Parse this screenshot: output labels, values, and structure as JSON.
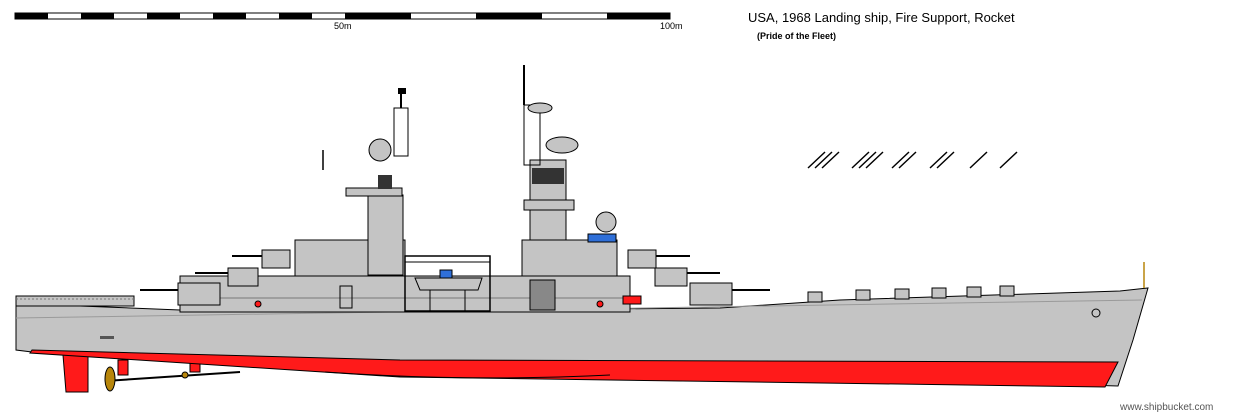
{
  "drawing": {
    "title": "USA, 1968 Landing ship, Fire Support, Rocket",
    "subtitle": "(Pride of the Fleet)",
    "credit": "www.shipbucket.com",
    "colors": {
      "hull": "#c4c4c4",
      "deck_line": "#9a9a9a",
      "antifouling": "#ff1a1a",
      "outline": "#000000",
      "window_blue": "#2f6fd8",
      "brass": "#b8860b"
    }
  },
  "scale_bar": {
    "labels": [
      "50m",
      "100m"
    ]
  }
}
